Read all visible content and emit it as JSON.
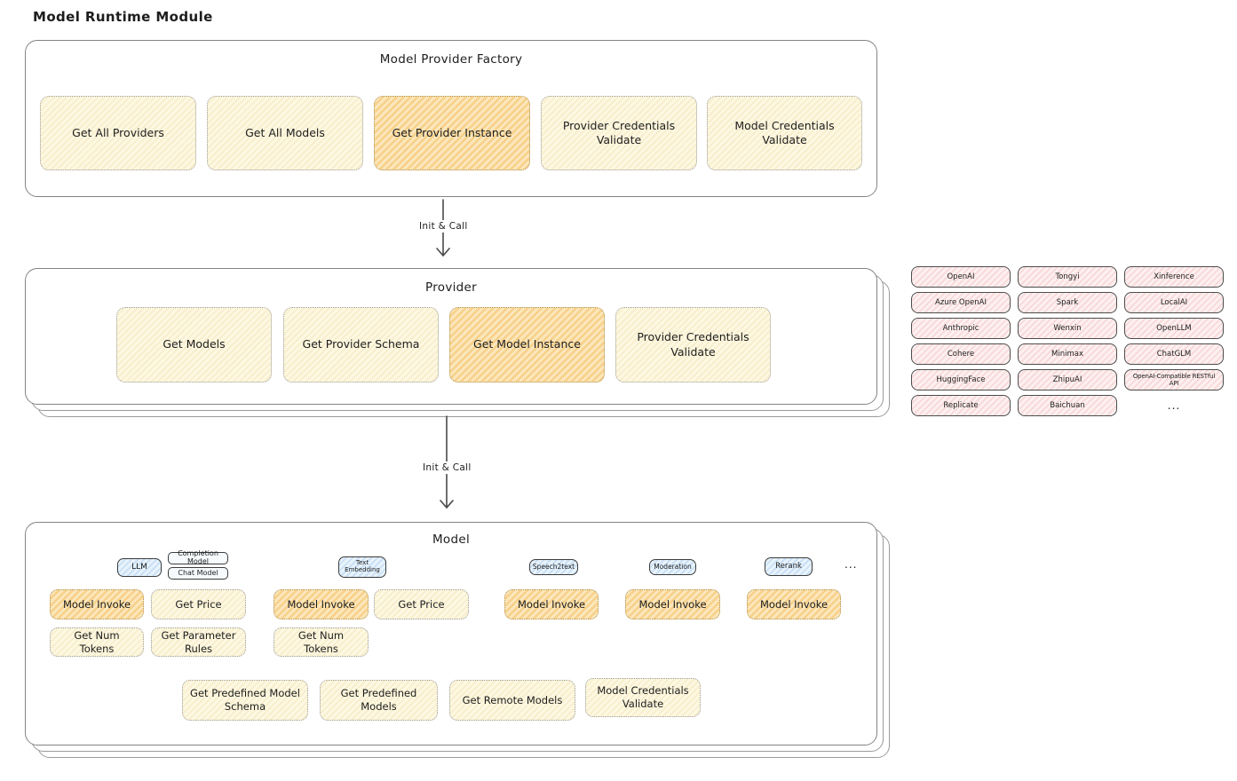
{
  "title": "Model Runtime Module",
  "arrow1": {
    "label": "Init & Call"
  },
  "arrow2": {
    "label": "Init & Call"
  },
  "factory": {
    "title": "Model Provider Factory",
    "buttons": [
      {
        "label": "Get All Providers",
        "highlight": false
      },
      {
        "label": "Get All Models",
        "highlight": false
      },
      {
        "label": "Get Provider Instance",
        "highlight": true
      },
      {
        "label": "Provider Credentials Validate",
        "highlight": false
      },
      {
        "label": "Model Credentials Validate",
        "highlight": false
      }
    ]
  },
  "provider": {
    "title": "Provider",
    "buttons": [
      {
        "label": "Get Models",
        "highlight": false
      },
      {
        "label": "Get Provider Schema",
        "highlight": false
      },
      {
        "label": "Get Model Instance",
        "highlight": true
      },
      {
        "label": "Provider Credentials Validate",
        "highlight": false
      }
    ]
  },
  "providers": {
    "items": [
      "OpenAI",
      "Tongyi",
      "Xinference",
      "Azure OpenAI",
      "Spark",
      "LocalAI",
      "Anthropic",
      "Wenxin",
      "OpenLLM",
      "Cohere",
      "Minimax",
      "ChatGLM",
      "HuggingFace",
      "ZhipuAI",
      "OpenAI-Compatible RESTful API",
      "Replicate",
      "Baichuan"
    ],
    "more": "..."
  },
  "model": {
    "title": "Model",
    "chips": [
      {
        "label": "LLM"
      },
      {
        "label": "Completion Model"
      },
      {
        "label": "Chat Model"
      },
      {
        "label": "Text Embedding"
      },
      {
        "label": "Speech2text"
      },
      {
        "label": "Moderation"
      },
      {
        "label": "Rerank"
      }
    ],
    "chips_more": "...",
    "row1": [
      {
        "label": "Model Invoke",
        "highlight": true
      },
      {
        "label": "Get Price",
        "highlight": false
      },
      {
        "label": "Model Invoke",
        "highlight": true
      },
      {
        "label": "Get Price",
        "highlight": false
      },
      {
        "label": "Model Invoke",
        "highlight": true
      },
      {
        "label": "Model Invoke",
        "highlight": true
      },
      {
        "label": "Model Invoke",
        "highlight": true
      }
    ],
    "row2": [
      {
        "label": "Get Num Tokens"
      },
      {
        "label": "Get Parameter Rules"
      },
      {
        "label": "Get Num Tokens"
      }
    ],
    "row3": [
      {
        "label": "Get Predefined Model Schema"
      },
      {
        "label": "Get Predefined Models"
      },
      {
        "label": "Get Remote Models"
      },
      {
        "label": "Model Credentials Validate"
      }
    ]
  },
  "colors": {
    "cream_fill": "#fdf8e2",
    "highlight_fill": "#fbe7bb",
    "provider_pill_fill": "#fdf0f0",
    "chip_fill": "#e8f3fc",
    "box_border": "#848484",
    "text": "#1d1d1d"
  }
}
